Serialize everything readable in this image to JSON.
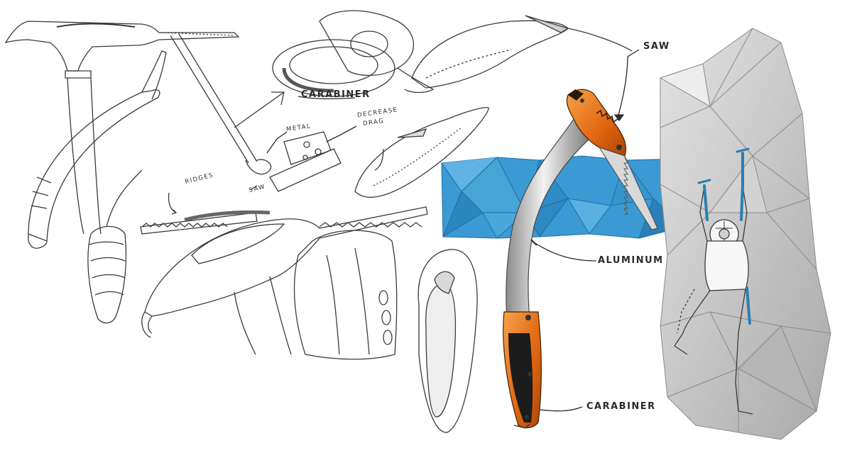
{
  "labels": {
    "saw": "SAW",
    "carabiner_top": "CARABINER",
    "metal": "METAL",
    "decrease_drag_1": "DECREASE",
    "decrease_drag_2": "DRAG",
    "ridges": "RIDGES",
    "saw_small": "SAW",
    "aluminum": "ALUMINUM",
    "carabiner_bottom": "CARABINER"
  },
  "colors": {
    "sketch_line": "#3a3a3a",
    "accent_orange": "#e8731a",
    "block_blue": "#3b9ad4",
    "shaft_grey": "#b8b8b8",
    "rock_grey": "#c9c9c9",
    "tool_blue": "#3aa6d8"
  }
}
